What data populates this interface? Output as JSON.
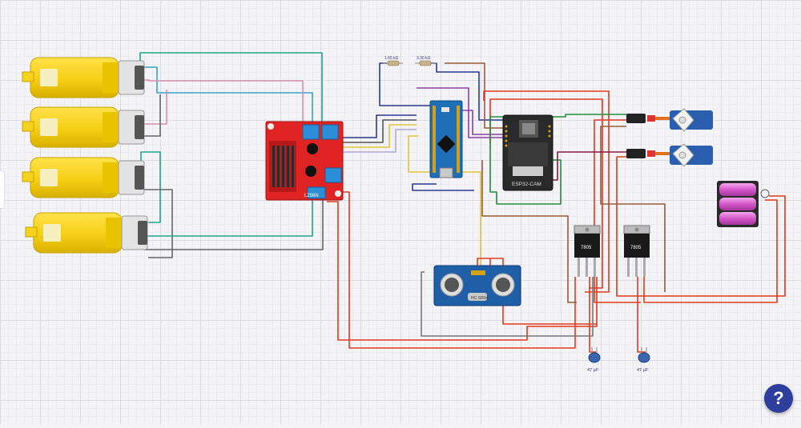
{
  "diagram": {
    "driver_label": "L298N",
    "esp_label": "ESP32-CAM",
    "regulators": [
      {
        "label": "7805"
      },
      {
        "label": "7805"
      }
    ],
    "resistors": [
      {
        "label": "1.65 kΩ"
      },
      {
        "label": "3.30 kΩ"
      }
    ],
    "capacitors": [
      {
        "label": "47 µF"
      },
      {
        "label": "47 µF"
      }
    ],
    "ultrasonic_label": "HC-SR04",
    "motor_count": 4,
    "servo_count": 2,
    "battery_cells": 3
  },
  "colors": {
    "motor_yellow": "#f5d31c",
    "driver_red": "#e02424",
    "nano_blue": "#1f6fb8",
    "esp_black": "#2a2a2a",
    "servo_blue": "#2a5fb0",
    "battery_pink": "#d457c9",
    "wire_red": "#e03a1e",
    "wire_teal": "#1ea58a",
    "wire_navy": "#2b3a8f",
    "wire_pink": "#d88fb0",
    "wire_gray": "#666666",
    "wire_yellow": "#e2c43a",
    "wire_purple": "#8b3fa8",
    "wire_brown": "#9a5a3a",
    "wire_green": "#1f8f3a",
    "wire_maroon": "#8a1a40"
  },
  "help": {
    "label": "?"
  }
}
